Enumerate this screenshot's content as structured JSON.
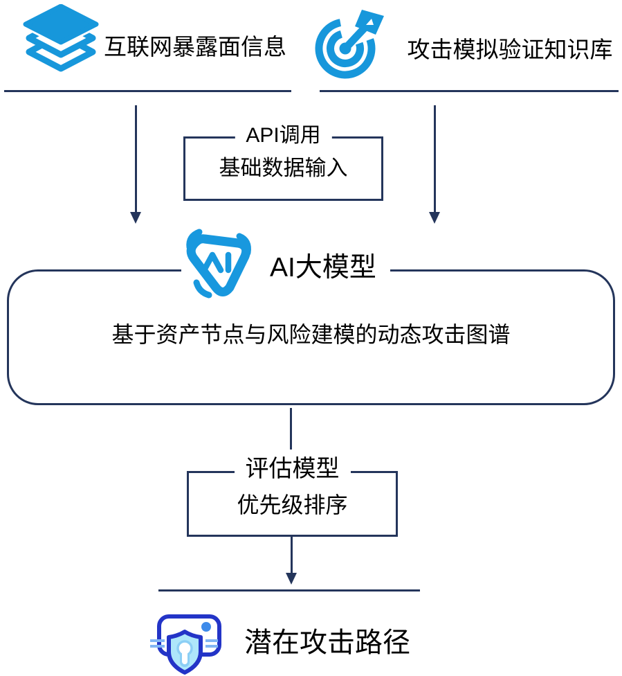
{
  "colors": {
    "brand_blue": "#1797DB",
    "navy": "#24355B",
    "indigo": "#2334C7",
    "light_blue": "#82B6F4",
    "dot_blue": "#3E8BEA",
    "shield_fill": "#AEE7FA",
    "text": "#000000"
  },
  "sources": {
    "left": {
      "icon": "layers-icon",
      "label": "互联网暴露面信息"
    },
    "right": {
      "icon": "target-dart-icon",
      "label": "攻击模拟验证知识库"
    }
  },
  "api_box": {
    "title": "API调用",
    "body": "基础数据输入"
  },
  "ai": {
    "logo_text": "AI",
    "label": "AI大模型",
    "box_text": "基于资产节点与风险建模的动态攻击图谱"
  },
  "eval_box": {
    "title": "评估模型",
    "body": "优先级排序"
  },
  "output": {
    "icon": "shield-server-icon",
    "label": "潜在攻击路径"
  }
}
